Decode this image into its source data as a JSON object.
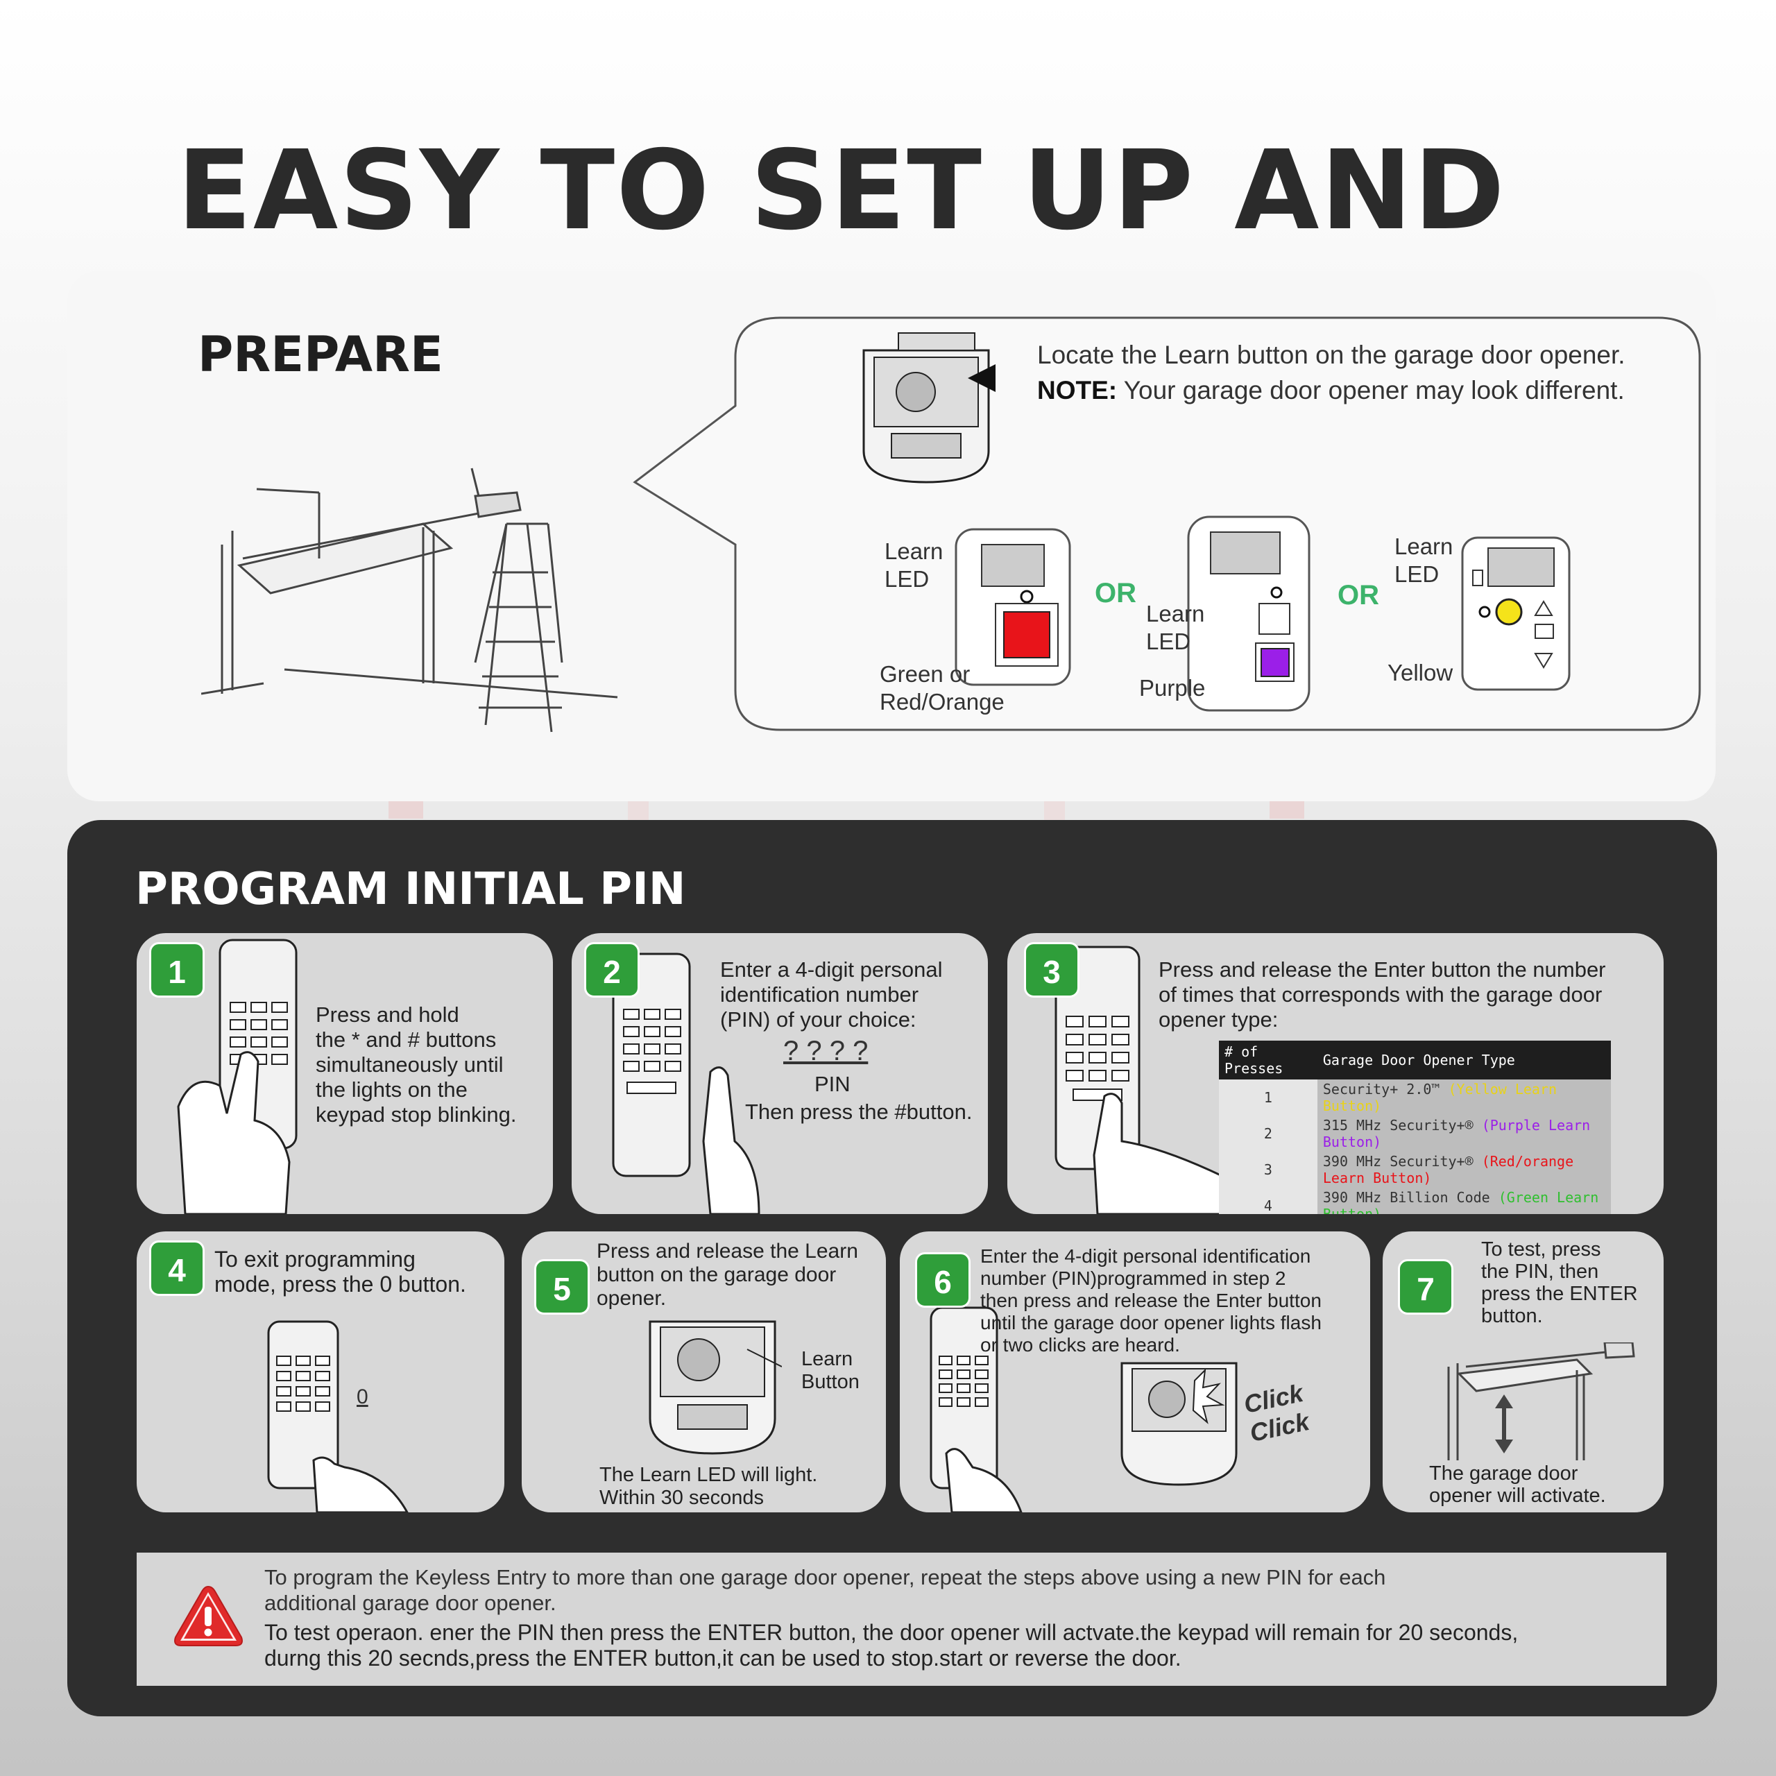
{
  "title": "EASY TO SET UP AND SYNC",
  "prepare": {
    "heading": "PREPARE",
    "locate_text": "Locate the Learn button on the garage door opener.",
    "note_label": "NOTE:",
    "note_text": "Your garage door opener may look different.",
    "or_label": "OR",
    "variant1": {
      "led_label": "Learn\nLED",
      "button_label": "Green or\nRed/Orange",
      "color": "#e8141a"
    },
    "variant2": {
      "led_label": "Learn\nLED",
      "button_label": "Purple",
      "color": "#9b1fe8"
    },
    "variant3": {
      "led_label": "Learn\nLED",
      "button_label": "Yellow",
      "color": "#f5e31a"
    }
  },
  "program": {
    "heading": "PROGRAM INITIAL PIN",
    "steps": [
      {
        "num": "1",
        "text": "Press and hold\nthe * and # buttons\nsimultaneously until\nthe lights on the\nkeypad stop blinking."
      },
      {
        "num": "2",
        "text": "Enter a 4-digit personal\nidentification number\n(PIN) of your choice:",
        "pin_mask": "? ? ? ?",
        "pin_label": "PIN",
        "after": "Then press the #button."
      },
      {
        "num": "3",
        "text": "Press and release the Enter button the number\nof times that corresponds with the garage door\nopener type:"
      },
      {
        "num": "4",
        "text": "To exit programming\nmode, press the 0 button.",
        "digit": "0"
      },
      {
        "num": "5",
        "text": "Press and release the Learn\nbutton on the garage door\nopener.",
        "callout": "Learn\nButton",
        "after": "The Learn LED will light.\nWithin 30 seconds"
      },
      {
        "num": "6",
        "text": "Enter the 4-digit personal identification\nnumber (PIN)programmed in step 2\nthen press and release the Enter button\nuntil the garage door opener lights flash\nor two clicks are heard.",
        "sound": "Click\nClick"
      },
      {
        "num": "7",
        "text": "To test, press\nthe PIN, then\npress the ENTER\nbutton.",
        "after": "The garage door\nopener will activate."
      }
    ],
    "table": {
      "headers": [
        "# of Presses",
        "Garage Door Opener Type"
      ],
      "rows": [
        {
          "presses": "1",
          "type": "Security+ 2.0™",
          "note": "(Yellow Learn Button)",
          "note_color": "#e8d21a"
        },
        {
          "presses": "2",
          "type": "315 MHz Security+®",
          "note": "(Purple Learn Button)",
          "note_color": "#9b1fe8"
        },
        {
          "presses": "3",
          "type": "390 MHz Security+®",
          "note": "(Red/orange Learn Button)",
          "note_color": "#e8141a"
        },
        {
          "presses": "4",
          "type": "390 MHz Billion Code",
          "note": "(Green Learn Button)",
          "note_color": "#2fbf2f"
        }
      ]
    }
  },
  "warning": {
    "line1": "To program the Keyless Entry to more than one garage door opener, repeat the steps above using a new PIN for each\nadditional garage door opener.",
    "line2": "To test operaon. ener the PIN then press the ENTER button, the door opener will actvate.the keypad will remain for 20 seconds,\ndurng this 20 secnds,press the ENTER button,it can be used to stop.start or reverse the door."
  },
  "colors": {
    "accent_green": "#2f9e3a",
    "or_green": "#3db36b",
    "warning_red": "#e02a2a"
  }
}
